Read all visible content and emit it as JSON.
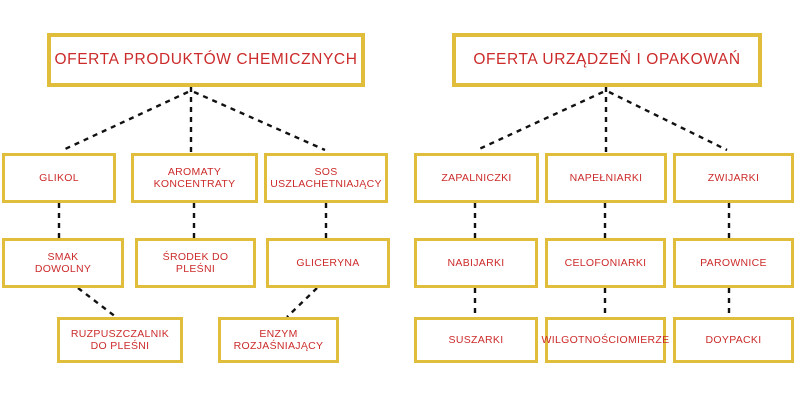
{
  "diagram": {
    "title_colors": {
      "border": "#e0bd3b",
      "text": "#cc2b2b",
      "background": "#ffffff",
      "connector": "#111111"
    },
    "trees": [
      {
        "id": "chemical-products",
        "header": {
          "label": "OFERTA PRODUKTÓW CHEMICZNYCH"
        },
        "rows": [
          {
            "id": "row-1",
            "nodes": [
              {
                "id": "glikol",
                "label": "GLIKOL"
              },
              {
                "id": "aromaty-koncentraty",
                "label": "AROMATY\nKONCENTRATY"
              },
              {
                "id": "sos-uszlachetniajacy",
                "label": "SOS\nUSZLACHETNIAJĄCY"
              }
            ]
          },
          {
            "id": "row-2",
            "nodes": [
              {
                "id": "smak-dowolny",
                "label": "SMAK\nDOWOLNY"
              },
              {
                "id": "srodek-do-plesni",
                "label": "ŚRODEK DO\nPLEŚNI"
              },
              {
                "id": "gliceryna",
                "label": "GLICERYNA"
              }
            ]
          },
          {
            "id": "row-3",
            "nodes": [
              {
                "id": "ruzpuszczalnik-do-plesni",
                "label": "RUZPUSZCZALNIK\nDO PLEŚNI"
              },
              {
                "id": "enzym-rozjasniajacy",
                "label": "ENZYM\nROZJAŚNIAJĄCY"
              }
            ]
          }
        ]
      },
      {
        "id": "devices-packaging",
        "header": {
          "label": "OFERTA URZĄDZEŃ I OPAKOWAŃ"
        },
        "rows": [
          {
            "id": "row-1",
            "nodes": [
              {
                "id": "zapalniczki",
                "label": "ZAPALNICZKI"
              },
              {
                "id": "napelniarki",
                "label": "NAPEŁNIARKI"
              },
              {
                "id": "zwijarki",
                "label": "ZWIJARKI"
              }
            ]
          },
          {
            "id": "row-2",
            "nodes": [
              {
                "id": "nabijarki",
                "label": "NABIJARKI"
              },
              {
                "id": "celofoniarki",
                "label": "CELOFONIARKI"
              },
              {
                "id": "parownice",
                "label": "PAROWNICE"
              }
            ]
          },
          {
            "id": "row-3",
            "nodes": [
              {
                "id": "suszarki",
                "label": "SUSZARKI"
              },
              {
                "id": "wilgotnosciomierze",
                "label": "WILGOTNOŚCIOMIERZE"
              },
              {
                "id": "doypacki",
                "label": "DOYPACKI"
              }
            ]
          }
        ]
      }
    ]
  }
}
